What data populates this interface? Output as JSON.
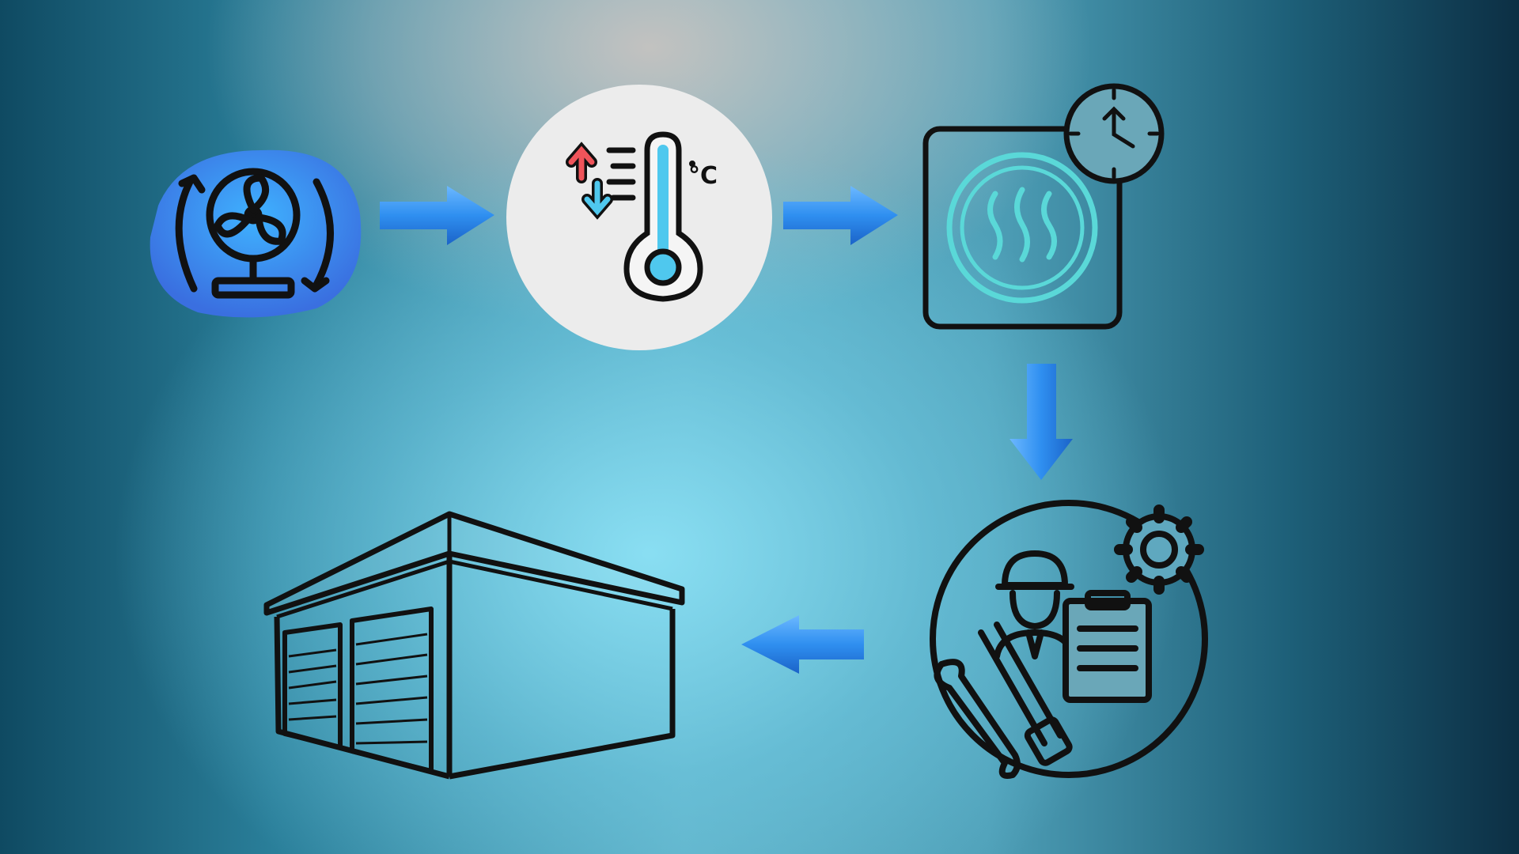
{
  "diagram": {
    "nodes": [
      {
        "id": "fan",
        "icon": "fan-recirculation-icon"
      },
      {
        "id": "thermometer",
        "icon": "thermometer-celsius-icon",
        "unit": "°C"
      },
      {
        "id": "heater",
        "icon": "heater-timer-icon"
      },
      {
        "id": "technician",
        "icon": "technician-maintenance-icon"
      },
      {
        "id": "garage",
        "icon": "storage-garage-building-icon"
      }
    ],
    "edges": [
      {
        "from": "fan",
        "to": "thermometer",
        "direction": "right"
      },
      {
        "from": "thermometer",
        "to": "heater",
        "direction": "right"
      },
      {
        "from": "heater",
        "to": "technician",
        "direction": "down"
      },
      {
        "from": "technician",
        "to": "garage",
        "direction": "left"
      }
    ],
    "colors": {
      "arrow": "#2f8ff0",
      "hot": "#f0545a",
      "cold": "#4fc8ee",
      "heat_ring": "#5ad8d8",
      "outline": "#111111",
      "circle_bg": "#ececec"
    }
  }
}
